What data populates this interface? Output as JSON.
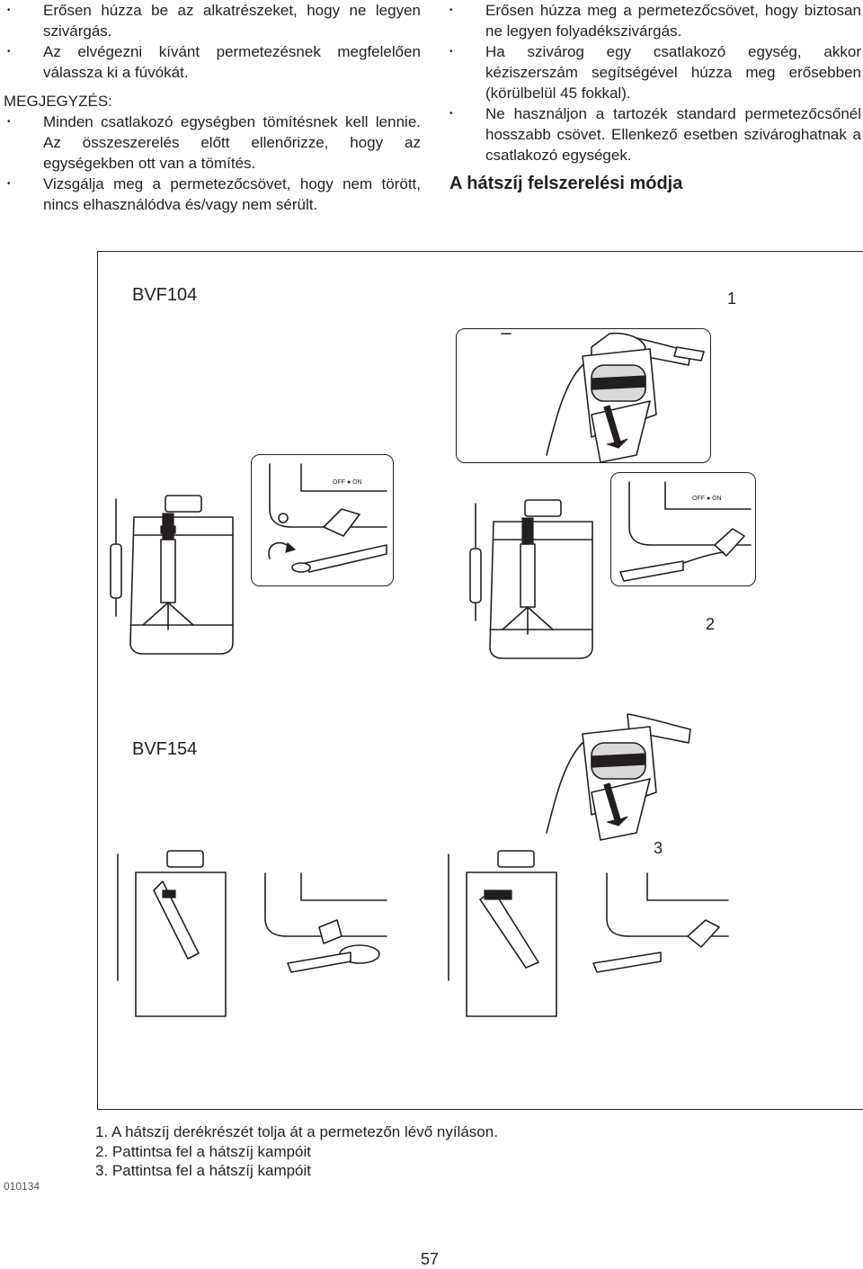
{
  "left_column": {
    "bullets": [
      "Erősen húzza be az alkatrészeket, hogy ne legyen szivárgás.",
      "Az elvégezni kívánt permetezésnek megfelelően válassza ki a fúvókát."
    ],
    "note_heading": "MEGJEGYZÉS:",
    "note_bullets": [
      "Minden csatlakozó egységben tömítésnek kell lennie. Az összeszerelés előtt ellenőrizze, hogy az egységekben ott van a tömítés.",
      "Vizsgálja meg a permetezőcsövet, hogy nem törött, nincs elhasználódva és/vagy nem sérült."
    ]
  },
  "right_column": {
    "bullets": [
      "Erősen húzza meg a permetezőcsövet, hogy biztosan ne legyen folyadékszivárgás.",
      "Ha szivárog egy csatlakozó egység, akkor kéziszerszám segítségével húzza meg erősebben (körülbelül 45 fokkal).",
      "Ne használjon a tartozék standard permetezőcsőnél hosszabb csövet. Ellenkező esetben szivároghatnak a csatlakozó egységek."
    ],
    "section_heading": "A hátszíj felszerelési módja"
  },
  "figure": {
    "model_top": "BVF104",
    "model_bottom": "BVF154",
    "callouts": [
      "1",
      "2",
      "3"
    ],
    "switch_label": "OFF ● ON",
    "icons": [
      "strap-buckle-illustration",
      "down-arrow-icon",
      "sprayer-backpack-illustration",
      "strap-hook-illustration",
      "curved-arrow-icon"
    ]
  },
  "captions": [
    "1. A hátszíj derékrészét tolja át a permetezőn lévő nyíláson.",
    "2. Pattintsa fel a hátszíj kampóit",
    "3. Pattintsa fel a hátszíj kampóit"
  ],
  "doc_code": "010134",
  "page_number": "57"
}
